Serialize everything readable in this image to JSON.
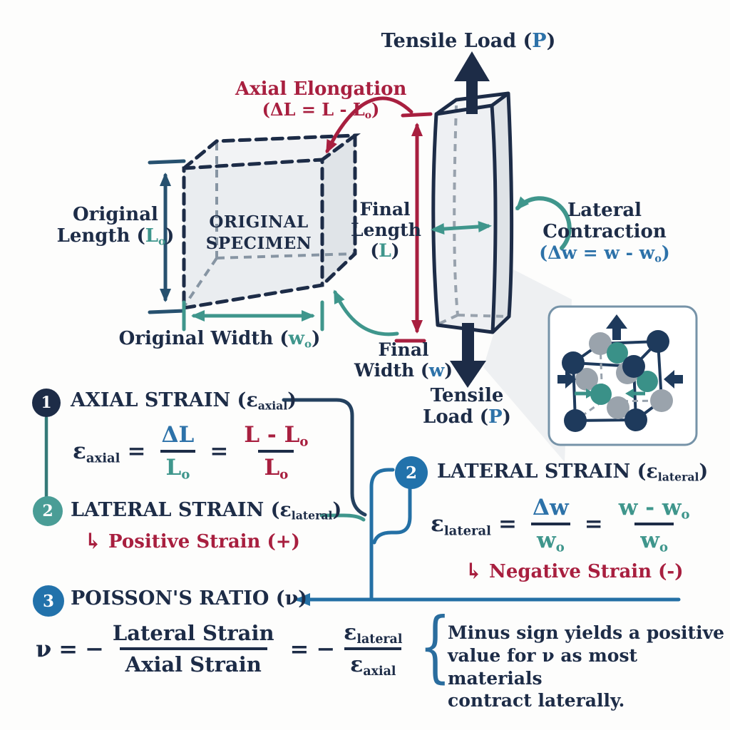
{
  "colors": {
    "navy": "#1d2c47",
    "blue": "#2d72a9",
    "teal": "#3f968c",
    "crimson": "#a81f3f",
    "line_blue": "#2470a5",
    "steel": "#27516f"
  },
  "diagram": {
    "tensile_top": {
      "pre": "Tensile Load (",
      "var": "P",
      "post": ")"
    },
    "axial_elongation": {
      "l1": "Axial Elongation",
      "l2pre": "(ΔL = L - L",
      "l2sub": "o",
      "l2post": ")"
    },
    "original_length": {
      "l1": "Original",
      "l2pre": "Length (",
      "l2var": "L",
      "l2sub": "o",
      "l2post": ")"
    },
    "original_specimen": {
      "l1": "ORIGINAL",
      "l2": "SPECIMEN"
    },
    "original_width": {
      "pre": "Original Width (",
      "var": "w",
      "sub": "o",
      "post": ")"
    },
    "final_length": {
      "l1": "Final",
      "l2": "Length",
      "l3pre": "(",
      "l3var": "L",
      "l3post": ")"
    },
    "lateral_contraction": {
      "l1": "Lateral",
      "l2": "Contraction",
      "l3pre": "(Δw = w - w",
      "l3sub": "o",
      "l3post": ")"
    },
    "final_width": {
      "l1": "Final",
      "l2pre": "Width (",
      "l2var": "w",
      "l2post": ")"
    },
    "tensile_bottom": {
      "l1": "Tensile",
      "l2pre": "Load (",
      "l2var": "P",
      "l2post": ")"
    }
  },
  "sections": {
    "one": {
      "num": "1",
      "pre": "AXIAL STRAIN (",
      "eps": "ε",
      "sub": "axial",
      "post": ")"
    },
    "axial_formula": {
      "eps": "ε",
      "eps_sub": "axial",
      "eq1": "=",
      "n1": "ΔL",
      "d1": "L",
      "d1sub": "o",
      "eq2": "=",
      "n2": "L - L",
      "n2sub": "o",
      "d2": "L",
      "d2sub": "o"
    },
    "two_left": {
      "num": "2",
      "pre": "LATERAL STRAIN (",
      "eps": "ε",
      "sub": "lateral",
      "post": ")",
      "arrow": "↳",
      "note": "Positive Strain (+)"
    },
    "two_right": {
      "num": "2",
      "pre": "LATERAL STRAIN (",
      "eps": "ε",
      "sub": "lateral",
      "post": ")",
      "arrow": "↳",
      "note": "Negative Strain (-)"
    },
    "lateral_formula": {
      "eps": "ε",
      "eps_sub": "lateral",
      "eq1": "=",
      "n1": "Δw",
      "d1": "w",
      "d1sub": "o",
      "eq2": "=",
      "n2": "w - w",
      "n2sub": "o",
      "d2": "w",
      "d2sub": "o"
    },
    "three": {
      "num": "3",
      "pre": "POISSON'S RATIO (",
      "var": "ν",
      "post": ")"
    },
    "poisson_formula": {
      "var": "ν",
      "eq1": "=",
      "minus1": "−",
      "n1": "Lateral Strain",
      "d1": "Axial Strain",
      "eq2": "=",
      "minus2": "−",
      "n2eps": "ε",
      "n2sub": "lateral",
      "d2eps": "ε",
      "d2sub": "axial"
    },
    "note": {
      "brace": "{",
      "l1": "Minus sign yields a positive",
      "l2": "value for ν as most materials",
      "l3": "contract laterally."
    }
  }
}
